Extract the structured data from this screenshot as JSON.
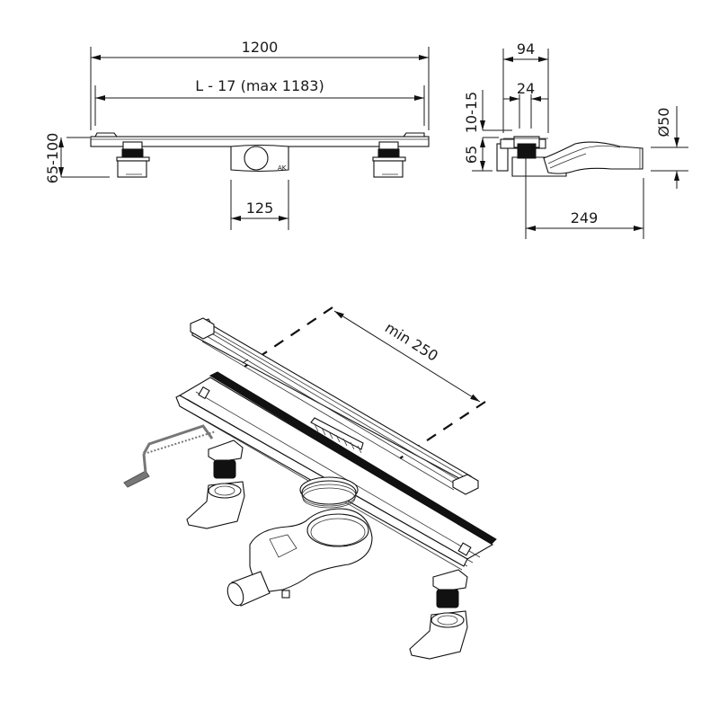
{
  "drawing": {
    "subject": "Linear shower drain installation drawing",
    "front_view": {
      "dimensions": {
        "overall_length": "1200",
        "channel_length": "L - 17 (max 1183)",
        "height_range": "65-100",
        "outlet_width": "125"
      }
    },
    "side_view": {
      "dimensions": {
        "width": "94",
        "grate_width": "24",
        "grate_adjust": "10-15",
        "body_height": "65",
        "outlet_diameter": "Ø50",
        "outlet_length": "249"
      }
    },
    "exploded_view": {
      "annotation": "min 250",
      "components": [
        "grate-profile",
        "drain-channel",
        "hacksaw",
        "adjustable-foot-left",
        "adjustable-foot-right",
        "siphon-insert",
        "trap-body-with-outlet",
        "grate-clip"
      ]
    }
  },
  "colors": {
    "line": "#1a1a1a",
    "background": "#ffffff",
    "saw": "#777777"
  }
}
